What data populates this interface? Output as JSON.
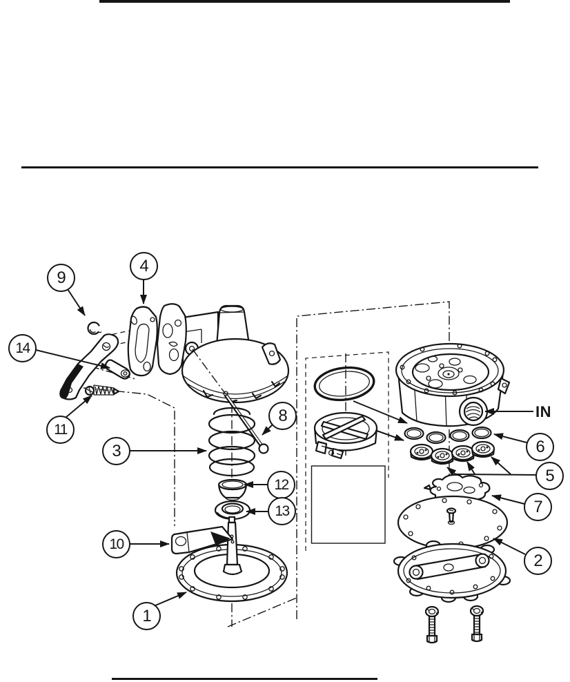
{
  "figure": {
    "port_label": "IN",
    "colors": {
      "ink": "#151515",
      "paper": "#ffffff"
    },
    "callouts": {
      "c1": {
        "label": "1"
      },
      "c2": {
        "label": "2"
      },
      "c3": {
        "label": "3"
      },
      "c4": {
        "label": "4"
      },
      "c5": {
        "label": "5"
      },
      "c6": {
        "label": "6"
      },
      "c7": {
        "label": "7"
      },
      "c8": {
        "label": "8"
      },
      "c9": {
        "label": "9"
      },
      "c10": {
        "label": "10"
      },
      "c11": {
        "label": "11"
      },
      "c12": {
        "label": "12"
      },
      "c13": {
        "label": "13"
      },
      "c14": {
        "label": "14"
      }
    }
  }
}
